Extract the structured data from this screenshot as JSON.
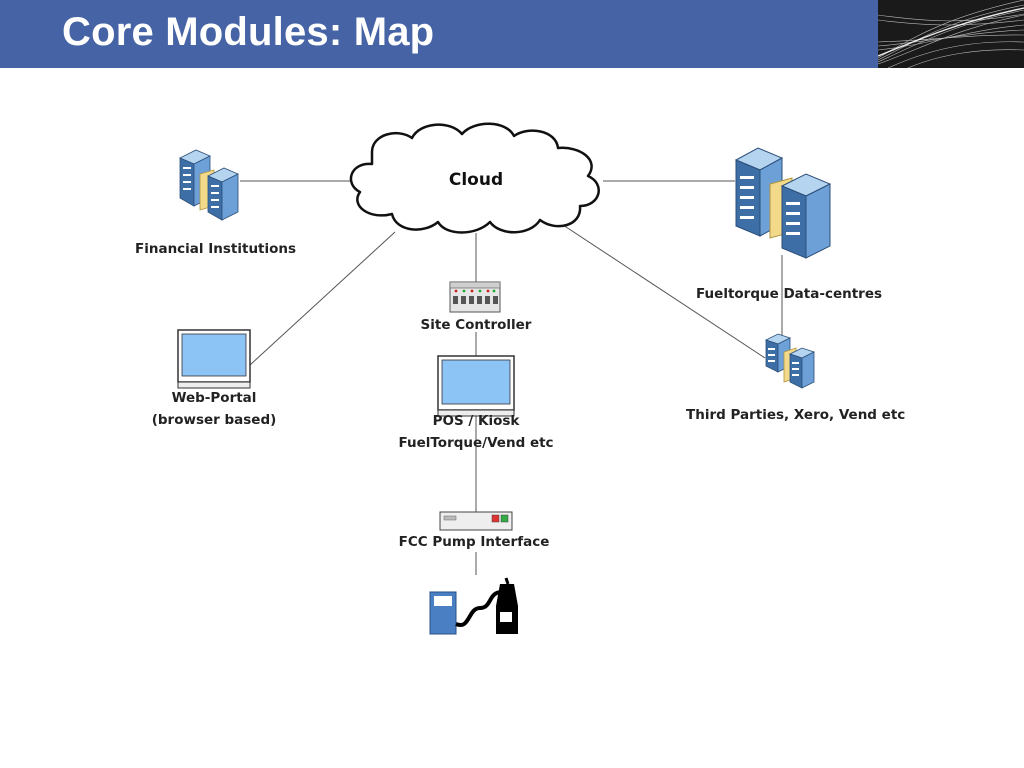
{
  "slide": {
    "title": "Core Modules:  Map"
  },
  "colors": {
    "title_bar": "#4563a5",
    "screen": "#8cc4f6",
    "server": "#5a90c8",
    "pump": "#4b7fc4"
  },
  "diagram": {
    "nodes": {
      "cloud": {
        "label": "Cloud",
        "icon": "cloud-icon"
      },
      "financial_institutions": {
        "label": "Financial Institutions",
        "icon": "server-icon"
      },
      "fueltorque_datacentres": {
        "label": "Fueltorque Data-centres",
        "icon": "server-icon"
      },
      "site_controller": {
        "label": "Site Controller",
        "icon": "switch-icon"
      },
      "web_portal": {
        "label_line1": "Web-Portal",
        "label_line2": "(browser based)",
        "icon": "monitor-icon"
      },
      "pos_kiosk": {
        "label_line1": "POS / Kiosk",
        "label_line2": "FuelTorque/Vend etc",
        "icon": "monitor-icon"
      },
      "third_parties": {
        "label": "Third Parties, Xero, Vend etc",
        "icon": "server-icon"
      },
      "fcc_pump_interface": {
        "label": "FCC Pump Interface",
        "icon": "interface-box-icon"
      },
      "fuel_pump": {
        "icon": "fuel-pump-icon"
      }
    }
  }
}
